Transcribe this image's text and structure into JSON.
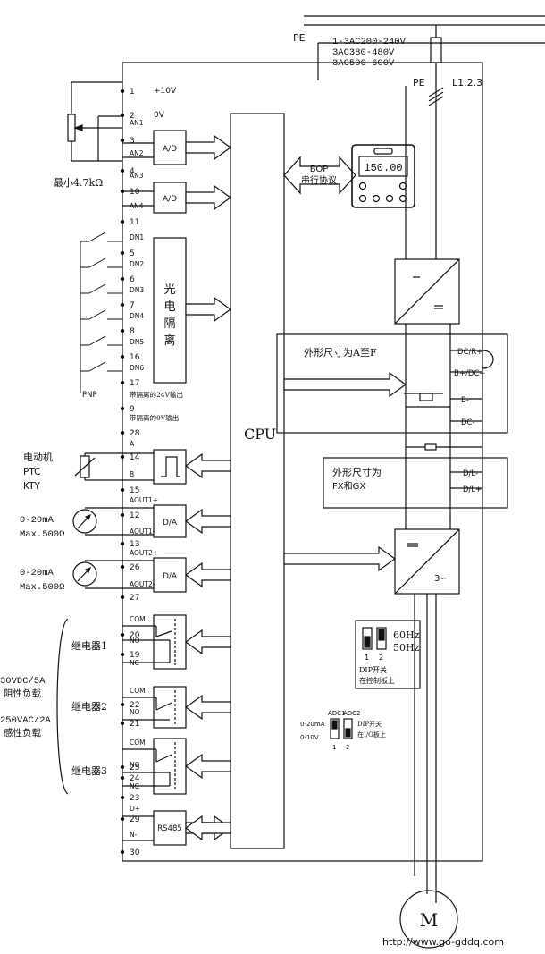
{
  "supply": {
    "pe_top": "PE",
    "voltages": [
      "1-3AC200-240V",
      "3AC380-480V",
      "3AC500-600V"
    ],
    "pe_right": "PE",
    "l_lines": "L1.2.3"
  },
  "terminals": [
    "1",
    "2",
    "3",
    "4",
    "10",
    "11",
    "5",
    "6",
    "7",
    "8",
    "16",
    "17",
    "9",
    "28",
    "14",
    "15",
    "12",
    "13",
    "26",
    "27",
    "20",
    "19",
    "22",
    "21",
    "25",
    "24",
    "23",
    "29",
    "30"
  ],
  "terminal_labels": {
    "p10v": "+10V",
    "zero_v": "0V",
    "an1": "AN1",
    "an2": "AN2",
    "an3": "AN3",
    "an4": "AN4",
    "dn1": "DN1",
    "dn2": "DN2",
    "dn3": "DN3",
    "dn4": "DN4",
    "dn5": "DN5",
    "dn6": "DN6",
    "iso24": "带隔离的24V输出",
    "iso0": "带隔离的0V输出",
    "a": "A",
    "b": "B",
    "aout1p": "AOUT1+",
    "aout1m": "AOUT1-",
    "aout2p": "AOUT2+",
    "aout2m": "AOUT2-",
    "com": "COM",
    "no": "NO",
    "nc": "NC",
    "dplus": "D+",
    "nminus": "N-",
    "pnp": "PNP"
  },
  "left_labels": {
    "pot": "最小4.7kΩ",
    "motor_lines": [
      "电动机",
      "PTC",
      "KTY"
    ],
    "meter1": [
      "0-20mA",
      "Max.500Ω"
    ],
    "meter2": [
      "0-20mA",
      "Max.500Ω"
    ],
    "relay1": "继电器1",
    "relay2": "继电器2",
    "relay3": "继电器3",
    "load1": [
      "30VDC/5A",
      "阻性负载"
    ],
    "load2": [
      "250VAC/2A",
      "感性负载"
    ]
  },
  "blocks": {
    "ad1": "A/D",
    "ad2": "A/D",
    "opto": [
      "光",
      "电",
      "隔",
      "离"
    ],
    "da1": "D/A",
    "da2": "D/A",
    "rs485": "RS485",
    "cpu": "CPU"
  },
  "bop": {
    "label_lines": [
      "BOP",
      "串行协议"
    ],
    "display": "150.00"
  },
  "power": {
    "frame_af": "外形尺寸为A至F",
    "dc_r_plus": "DC/R+",
    "b_plus_dc_plus": "B+/DC+",
    "b_minus": "B-",
    "dc_minus": "DC-",
    "frame_fxgx": [
      "外形尺寸为",
      "FX和GX"
    ],
    "d_l_minus": "D/L-",
    "d_l_plus": "D/L+",
    "inv_3": "3∽"
  },
  "dip1": {
    "nums": [
      "1",
      "2"
    ],
    "freq": [
      "60Hz",
      "50Hz"
    ],
    "text": [
      "DIP开关",
      "在控制板上"
    ]
  },
  "dip2": {
    "labels": [
      "ADC1",
      "ADC2"
    ],
    "left": [
      "0-20mA",
      "0-10V"
    ],
    "nums": [
      "1",
      "2"
    ],
    "text": [
      "DIP开关",
      "在I/O板上"
    ]
  },
  "motor": "M",
  "watermark": "http://www.go-gddq.com"
}
